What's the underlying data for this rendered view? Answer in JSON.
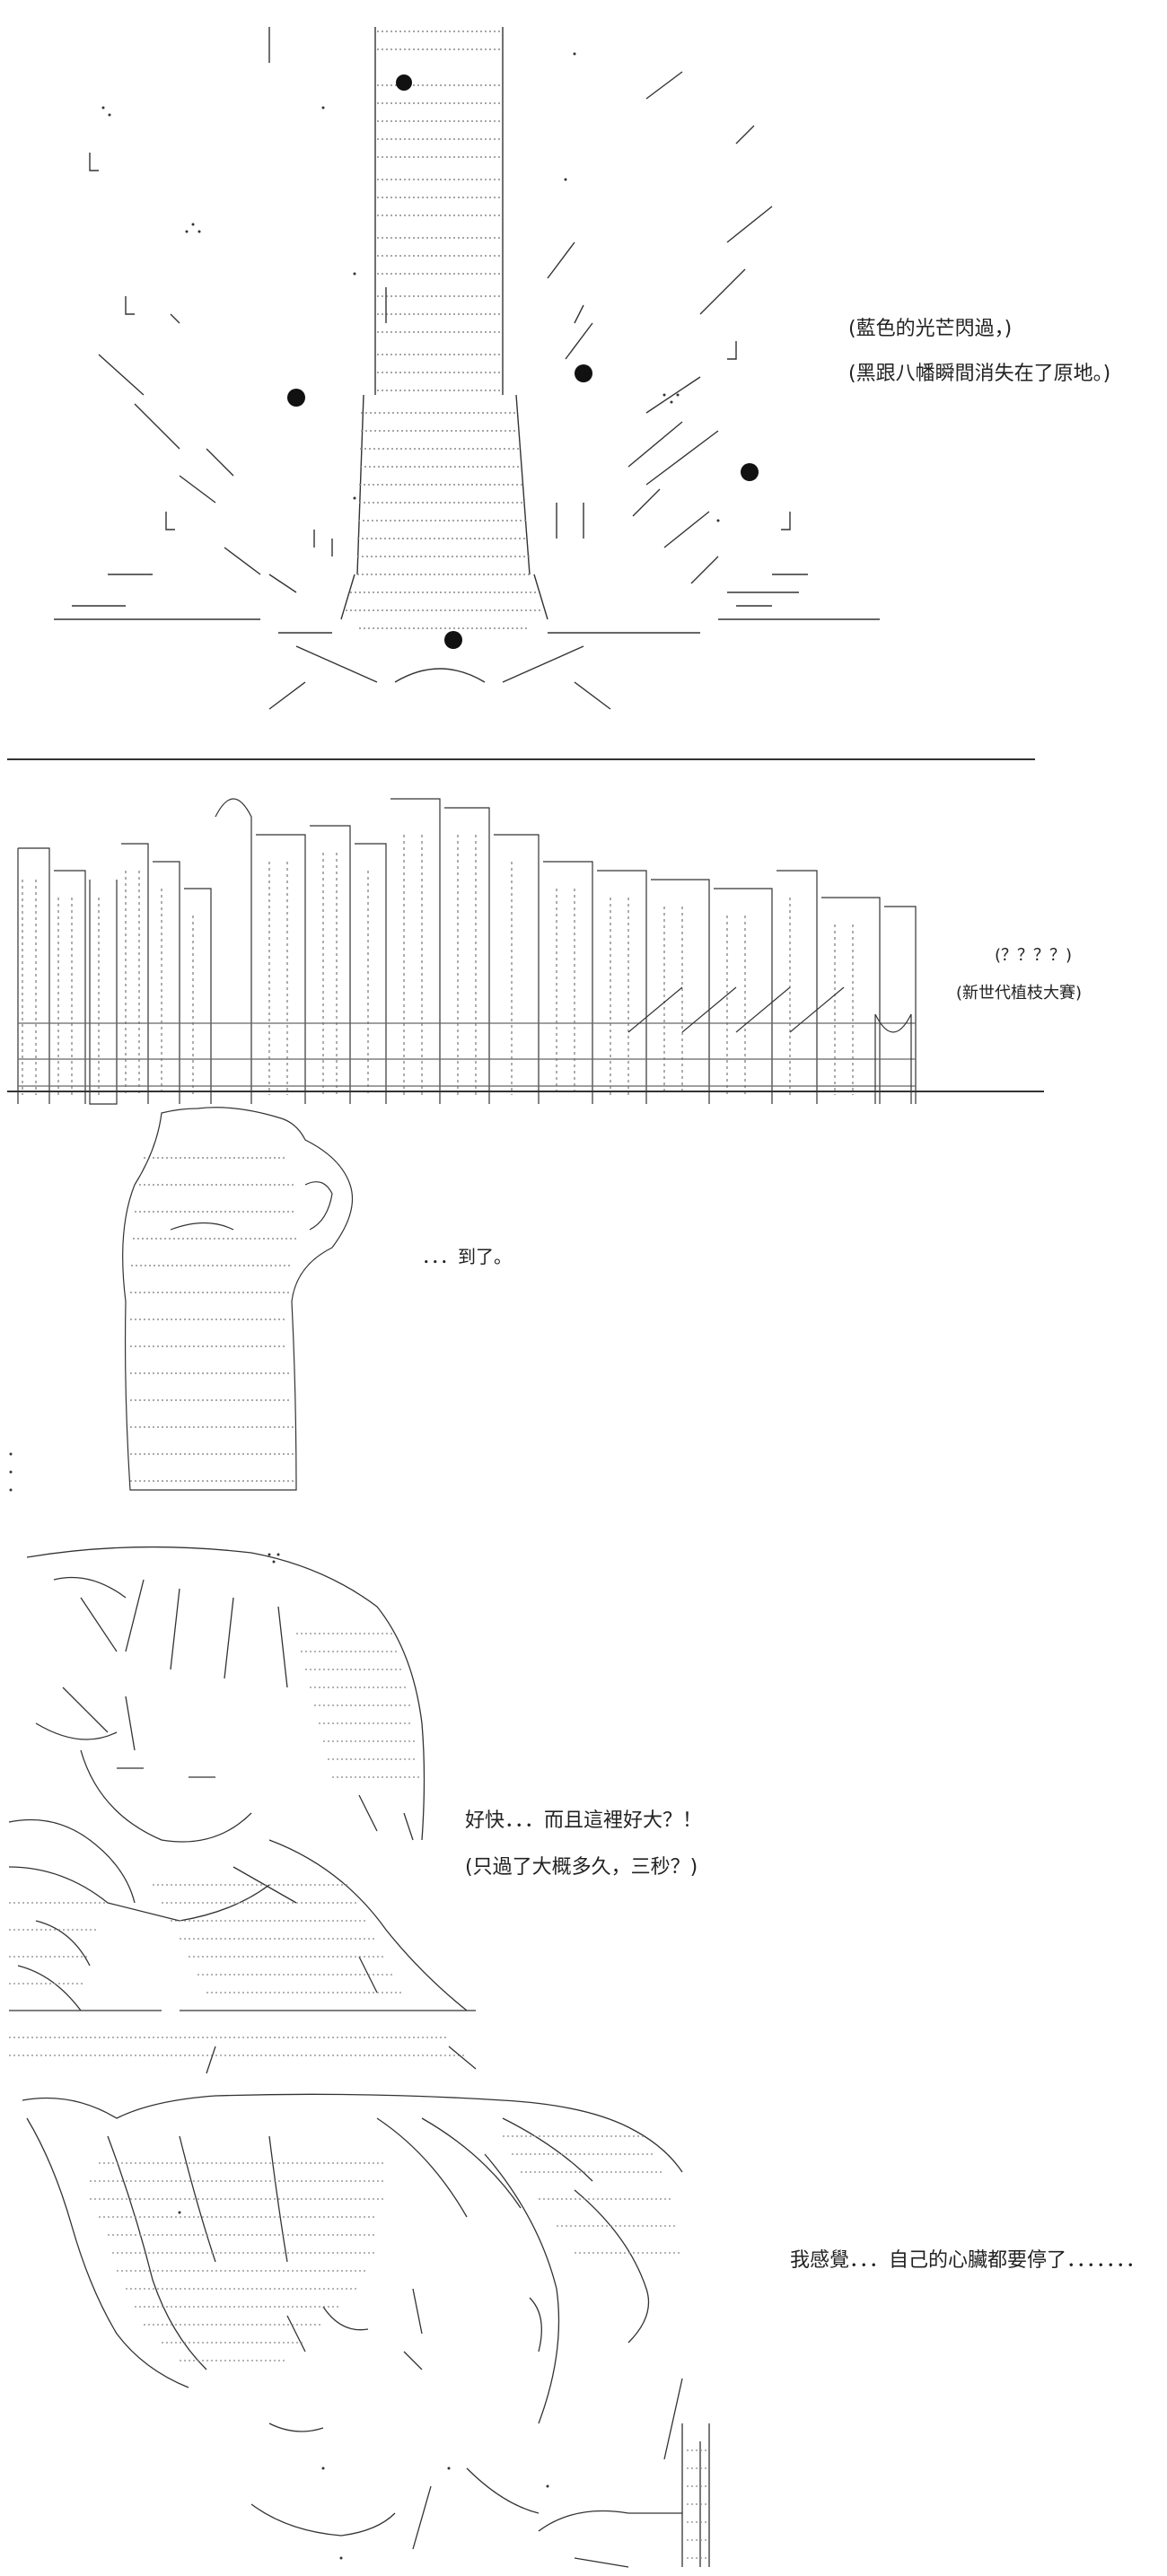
{
  "panels": [
    {
      "name": "panel-1",
      "captions": [
        "(藍色的光芒閃過，)",
        "(黑跟八幡瞬間消失在了原地。)"
      ]
    },
    {
      "name": "panel-2",
      "captions": [
        "(？？？？)",
        "(新世代植枝大賽)",
        "．．．到了。"
      ]
    },
    {
      "name": "panel-3",
      "captions": [
        "好快．．．而且這裡好大？！",
        "(只過了大概多久，三秒？)"
      ]
    },
    {
      "name": "panel-4",
      "captions": [
        "我感覺．．．自己的心臟都要停了．．．．．．．"
      ]
    }
  ]
}
